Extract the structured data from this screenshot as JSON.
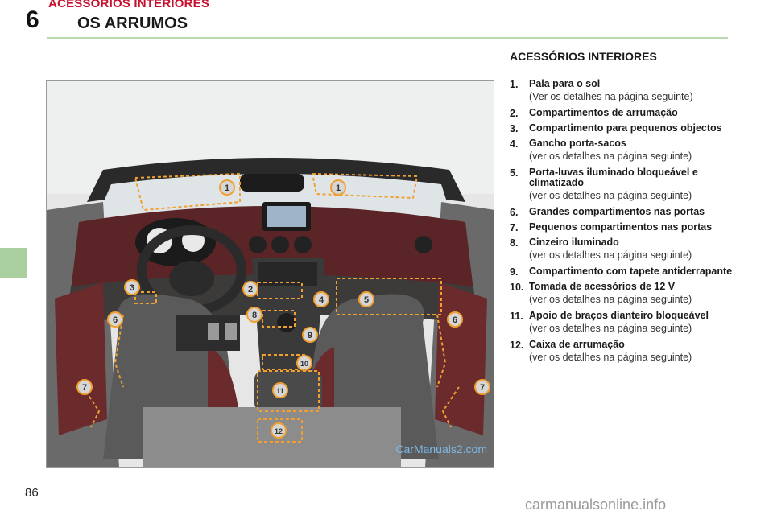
{
  "header": {
    "chapter_number": "6",
    "chapter_subtitle": "ACESSÓRIOS INTERIORES",
    "chapter_title": "OS ARRUMOS"
  },
  "section": {
    "heading": "ACESSÓRIOS INTERIORES"
  },
  "items": [
    {
      "num": "1.",
      "label": "Pala para o sol",
      "note": "(Ver os detalhes na página seguinte)"
    },
    {
      "num": "2.",
      "label": "Compartimentos de arrumação",
      "note": ""
    },
    {
      "num": "3.",
      "label": "Compartimento para pequenos objectos",
      "note": ""
    },
    {
      "num": "4.",
      "label": "Gancho porta-sacos",
      "note": "(ver os detalhes na página seguinte)"
    },
    {
      "num": "5.",
      "label": "Porta-luvas iluminado bloqueável e climatizado",
      "note": "(ver os detalhes na página seguinte)"
    },
    {
      "num": "6.",
      "label": "Grandes compartimentos nas portas",
      "note": ""
    },
    {
      "num": "7.",
      "label": "Pequenos compartimentos nas portas",
      "note": ""
    },
    {
      "num": "8.",
      "label": "Cinzeiro iluminado",
      "note": "(ver os detalhes na página seguinte)"
    },
    {
      "num": "9.",
      "label": "Compartimento com tapete antiderrapante",
      "note": ""
    },
    {
      "num": "10.",
      "label": "Tomada de acessórios de 12 V",
      "note": "(ver os detalhes na página seguinte)"
    },
    {
      "num": "11.",
      "label": "Apoio de braços dianteiro bloqueável",
      "note": "(ver os detalhes na página seguinte)"
    },
    {
      "num": "12.",
      "label": "Caixa de arrumação",
      "note": "(ver os detalhes na página seguinte)"
    }
  ],
  "figure": {
    "callouts": [
      "1",
      "1",
      "2",
      "3",
      "4",
      "5",
      "6",
      "6",
      "7",
      "7",
      "8",
      "9",
      "10",
      "11",
      "12"
    ],
    "watermark": "CarManuals2.com",
    "highlight_color": "#f0a030",
    "badge_color": "#d6d6d6"
  },
  "footer": {
    "page_number": "86",
    "brand": "carmanualsonline.info"
  }
}
